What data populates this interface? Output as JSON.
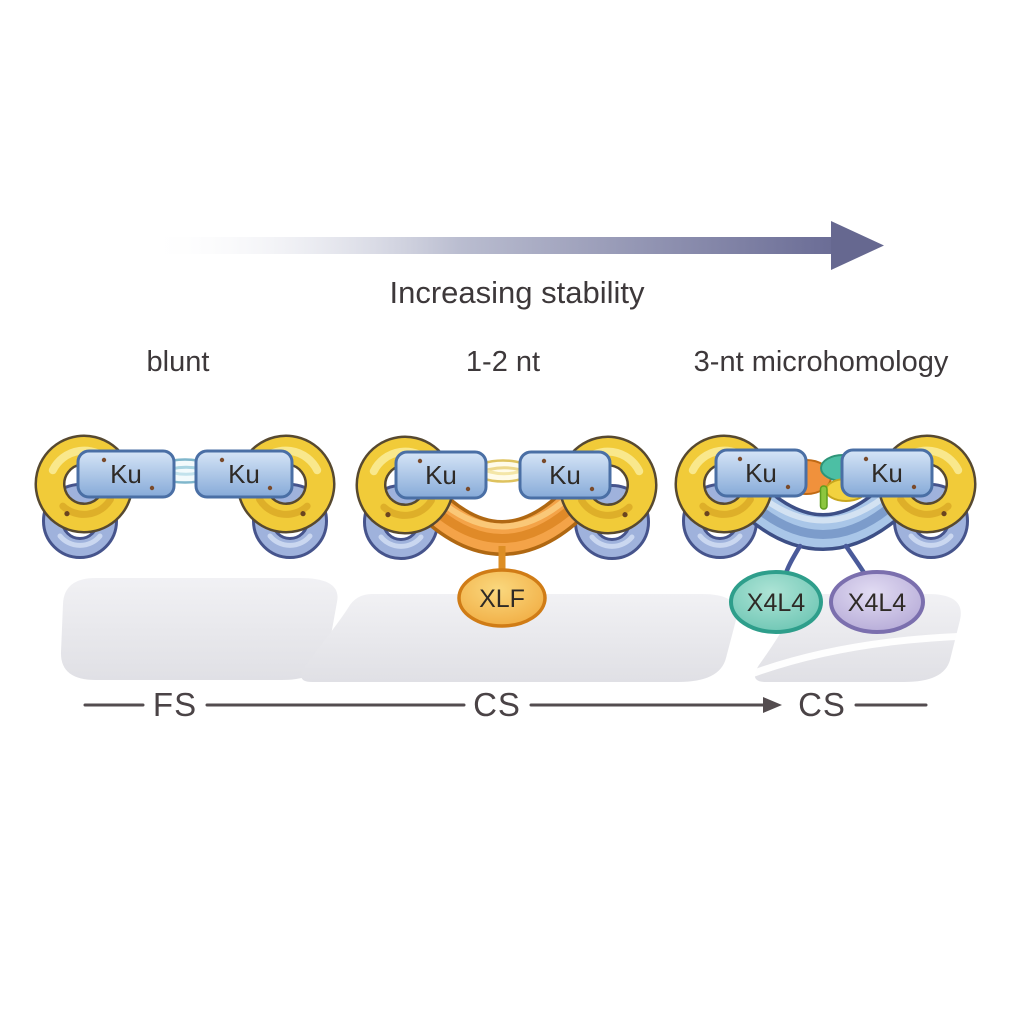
{
  "figure": {
    "stability_arrow_label": "Increasing stability"
  },
  "columns": [
    {
      "end_label": "blunt",
      "synapsis_label": "FS",
      "ku_labels": [
        "Ku",
        "Ku"
      ],
      "factors": []
    },
    {
      "end_label": "1-2 nt",
      "synapsis_label": "CS",
      "ku_labels": [
        "Ku",
        "Ku"
      ],
      "factors": [
        {
          "label": "XLF",
          "fill": "#F2AC3E",
          "border": "#D07C16"
        }
      ]
    },
    {
      "end_label": "3-nt microhomology",
      "synapsis_label": "CS",
      "ku_labels": [
        "Ku",
        "Ku"
      ],
      "factors": [
        {
          "label": "X4L4",
          "fill": "#7FCDBB",
          "border": "#2E9E8B"
        },
        {
          "label": "X4L4",
          "fill": "#C9C2E5",
          "border": "#7B6FAE"
        }
      ]
    }
  ],
  "colors": {
    "stability_arrow": "#6B6D96",
    "label_text": "#3D383A",
    "ku_ring_yellow": "#F1CB39",
    "ku_back_ring_blue": "#9FB2DC",
    "ku_band_blue": "#A8C6E8",
    "bridge_orange": "#F4A348",
    "bridge_blue": "#A9C6E8",
    "dna_blunt": "#7FB6CB",
    "dna_overhang": "#DEC25E",
    "microhomology_orange": "#F0913C",
    "microhomology_teal": "#4CBFA4",
    "microhomology_yellow": "#F2D23F",
    "axis_line": "#534C4F"
  }
}
